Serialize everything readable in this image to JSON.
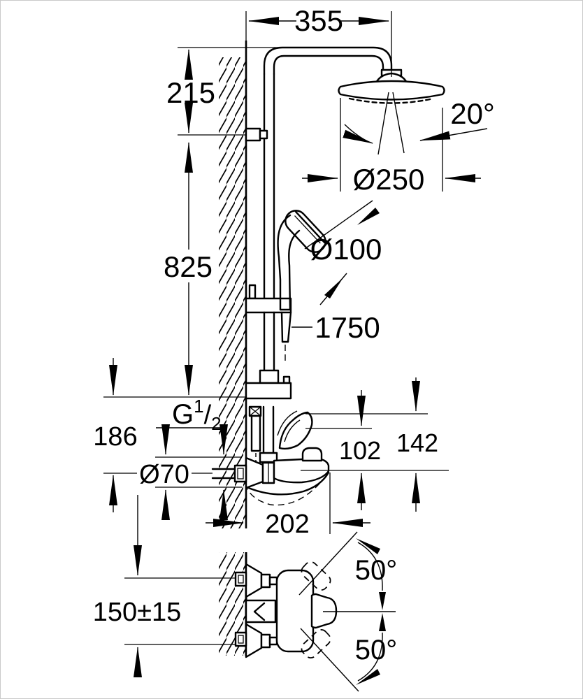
{
  "drawing": {
    "kind": "shower-system-dimensional-drawing",
    "dimensions": {
      "arm_projection": "355",
      "head_drop": "215",
      "column_height": "825",
      "spray_angle": "20°",
      "head_diameter": "Ø250",
      "handshower_diameter": "Ø100",
      "hose_length": "1750",
      "thread": {
        "g": "G",
        "sup": "1",
        "slash": "/",
        "sub": "2"
      },
      "outlet_offset": "186",
      "escutcheon_diameter": "Ø70",
      "spout_height": "102",
      "body_height": "142",
      "spout_projection": "202",
      "connection_centers": "150±15",
      "swivel_angle_up": "50°",
      "swivel_angle_down": "50°"
    },
    "line_color": "#000000",
    "background_color": "#ffffff"
  }
}
